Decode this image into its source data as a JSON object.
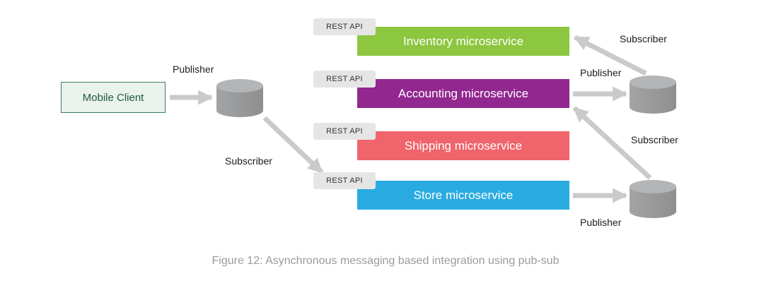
{
  "figure": {
    "caption": "Figure 12: Asynchronous messaging based integration using pub-sub"
  },
  "diagram": {
    "client": {
      "label": "Mobile Client"
    },
    "services": [
      {
        "tag": "REST API",
        "name": "Inventory microservice",
        "color": "#8dc63f"
      },
      {
        "tag": "REST API",
        "name": "Accounting microservice",
        "color": "#92278f"
      },
      {
        "tag": "REST API",
        "name": "Shipping microservice",
        "color": "#f0646c"
      },
      {
        "tag": "REST API",
        "name": "Store microservice",
        "color": "#29abe2"
      }
    ],
    "edge_labels": {
      "client_to_queue": "Publisher",
      "queue_to_store": "Subscriber",
      "queue_to_inventory": "Subscriber",
      "accounting_to_queue": "Publisher",
      "queue_to_accounting": "Subscriber",
      "store_to_queue": "Publisher"
    },
    "colors": {
      "arrow": "#c9cacb",
      "cylinder_body": "#98999a",
      "cylinder_top": "#b4b5b6",
      "rest_tag_bg": "#e5e5e5",
      "rest_tag_text": "#333333",
      "client_bg": "#eaf2ed",
      "client_border": "#3a7d5e",
      "client_text": "#1e5940",
      "label_text": "#1c1c1c",
      "caption_text": "#9b9b9b"
    }
  }
}
